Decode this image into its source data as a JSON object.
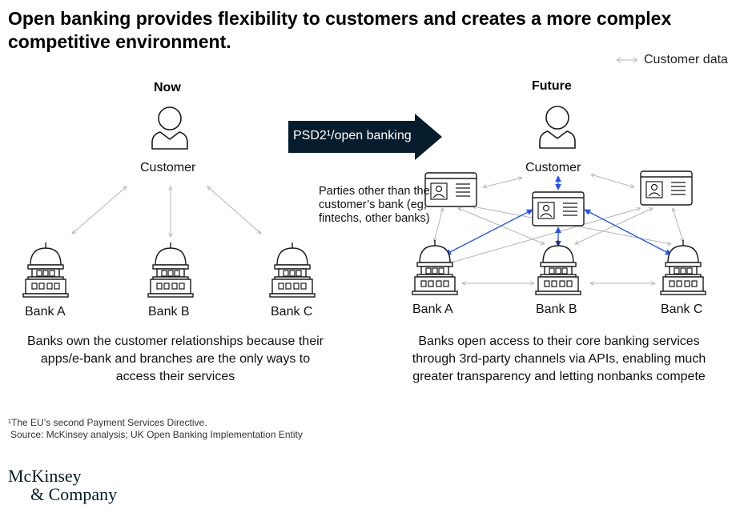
{
  "title": "Open banking provides flexibility to customers and creates a more complex competitive environment.",
  "legend": {
    "label": "Customer data"
  },
  "now": {
    "header": "Now",
    "customer_label": "Customer",
    "banks": [
      "Bank A",
      "Bank B",
      "Bank C"
    ],
    "description": "Banks own the customer relationships because their apps/e-bank and branches are the only ways to access their services"
  },
  "transition": {
    "label": "PSD2¹/open banking"
  },
  "future": {
    "header": "Future",
    "customer_label": "Customer",
    "third_parties_label": "Parties other than the customer’s bank (eg, fintechs, other banks)",
    "banks": [
      "Bank A",
      "Bank B",
      "Bank C"
    ],
    "description": "Banks open access to their core banking services through 3rd-party channels via APIs, enabling much greater transparency and letting nonbanks compete"
  },
  "footnotes": {
    "note1": "¹The EU’s second Payment Services Directive.",
    "source": "Source: McKinsey analysis; UK Open Banking Implementation Entity"
  },
  "logo": {
    "line1": "McKinsey",
    "line2": "& Company"
  },
  "colors": {
    "navy": "#051c2c",
    "connector": "#b5b5b5",
    "api": "#2251ff",
    "icon": "#1a1a1a"
  },
  "icons": {
    "customer": "person-icon",
    "bank": "bank-building-icon",
    "third_party": "id-card-icon"
  }
}
